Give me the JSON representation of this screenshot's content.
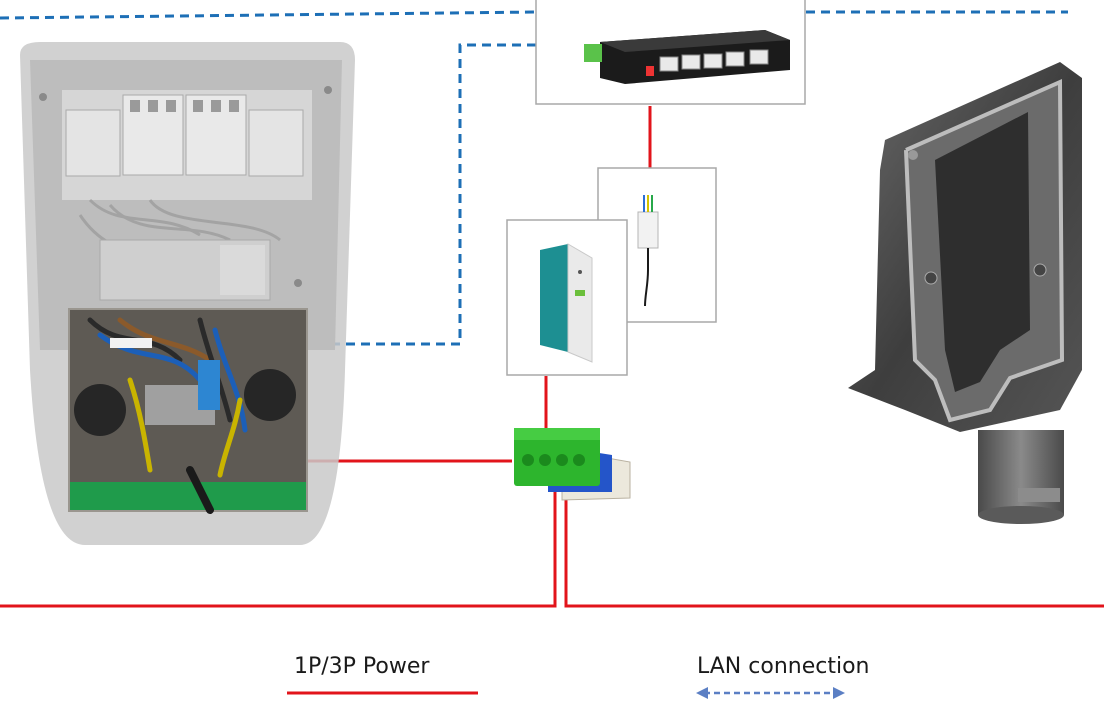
{
  "legend": {
    "power_label": "1P/3P Power",
    "lan_label": "LAN connection"
  },
  "colors": {
    "power_line": "#e2141b",
    "lan_line": "#1d6fb6",
    "lan_legend_line": "#5b7fc4",
    "mounting_bracket": "#4b4b4b",
    "din_psu": "#1d8f92",
    "terminal_green": "#2db52d",
    "terminal_blue": "#2455c9"
  },
  "components": {
    "charger_box_icon": "ev-charger-wiring-box",
    "switch_icon": "industrial-ethernet-switch",
    "psu_icon": "din-rail-power-supply",
    "meter_icon": "energy-meter-module",
    "terminal_icon": "distribution-terminal-block",
    "bracket_icon": "pole-mount-bracket"
  }
}
